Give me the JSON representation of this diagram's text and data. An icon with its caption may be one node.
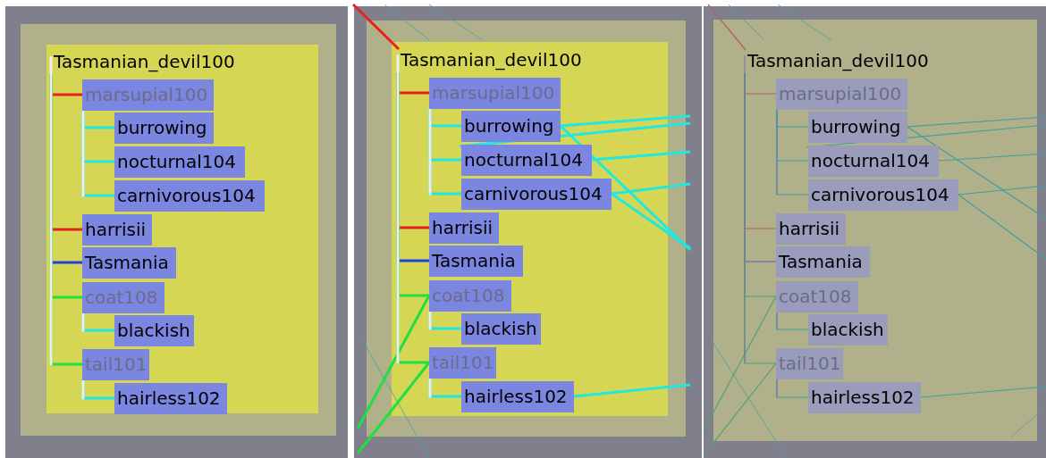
{
  "diagram": {
    "nodes": [
      {
        "text": [],
        "shape": "box"
      },
      {
        "text": [],
        "shape": "box",
        "in": 0
      },
      {
        "text": [],
        "shape": "box",
        "in": 1
      },
      {
        "text": [
          "Tasmanian_devil100"
        ],
        "in": 2
      },
      {
        "text": [
          "marsupial100"
        ],
        "in": 2
      },
      {
        "text": [
          "burrowing"
        ],
        "in": 2
      },
      {
        "text": [
          "nocturnal104"
        ],
        "in": 2
      },
      {
        "text": [
          "carnivorous104"
        ],
        "in": 2
      },
      {
        "text": [
          "harrisii"
        ],
        "in": 2
      },
      {
        "text": [
          "Tasmania"
        ],
        "in": 2
      },
      {
        "text": [
          "coat108"
        ],
        "in": 2
      },
      {
        "text": [
          "blackish"
        ],
        "in": 2
      },
      {
        "text": [
          "tail101"
        ],
        "in": 2
      },
      {
        "text": [
          "hairless102"
        ],
        "in": 2
      },
      {
        "text": [],
        "shape": "box"
      },
      {
        "text": [],
        "shape": "box",
        "in": 14
      },
      {
        "text": [],
        "shape": "box",
        "in": 15
      },
      {
        "text": [
          "Tasmanian_devil100"
        ],
        "in": 16
      },
      {
        "text": [
          "marsupial100"
        ],
        "in": 16
      },
      {
        "text": [
          "burrowing"
        ],
        "in": 16
      },
      {
        "text": [
          "nocturnal104"
        ],
        "in": 16
      },
      {
        "text": [
          "carnivorous104"
        ],
        "in": 16
      },
      {
        "text": [
          "harrisii"
        ],
        "in": 16
      },
      {
        "text": [
          "Tasmania"
        ],
        "in": 16
      },
      {
        "text": [
          "coat108"
        ],
        "in": 16
      },
      {
        "text": [
          "blackish"
        ],
        "in": 16
      },
      {
        "text": [
          "tail101"
        ],
        "in": 16
      },
      {
        "text": [
          "hairless102"
        ],
        "in": 16
      },
      {
        "text": [],
        "shape": "box"
      },
      {
        "text": [],
        "shape": "box",
        "in": 28
      },
      {
        "text": [
          "Tasmanian_devil100"
        ],
        "in": 29
      },
      {
        "text": [
          "marsupial100"
        ],
        "in": 29
      },
      {
        "text": [
          "burrowing"
        ],
        "in": 29
      },
      {
        "text": [
          "nocturnal104"
        ],
        "in": 29
      },
      {
        "text": [
          "carnivorous104"
        ],
        "in": 29
      },
      {
        "text": [
          "harrisii"
        ],
        "in": 29
      },
      {
        "text": [
          "Tasmania"
        ],
        "in": 29
      },
      {
        "text": [
          "coat108"
        ],
        "in": 29
      },
      {
        "text": [
          "blackish"
        ],
        "in": 29
      },
      {
        "text": [
          "tail101"
        ],
        "in": 29
      },
      {
        "text": [
          "hairless102"
        ],
        "in": 29
      }
    ],
    "edges": [
      {
        "from": 3,
        "to": 4,
        "arrow": "none",
        "color": "#e82020"
      },
      {
        "from": 3,
        "to": 8,
        "arrow": "none",
        "color": "#e82020"
      },
      {
        "from": 3,
        "to": 9,
        "arrow": "none",
        "color": "#2040e0"
      },
      {
        "from": 3,
        "to": 10,
        "arrow": "none",
        "color": "#20e040"
      },
      {
        "from": 3,
        "to": 12,
        "arrow": "none",
        "color": "#20e040"
      },
      {
        "from": 4,
        "to": 5,
        "arrow": "none",
        "color": "#20e8e0"
      },
      {
        "from": 4,
        "to": 6,
        "arrow": "none",
        "color": "#20e8e0"
      },
      {
        "from": 4,
        "to": 7,
        "arrow": "none",
        "color": "#20e8e0"
      },
      {
        "from": 10,
        "to": 11,
        "arrow": "none",
        "color": "#20e8e0"
      },
      {
        "from": 12,
        "to": 13,
        "arrow": "none",
        "color": "#20e8e0"
      },
      {
        "from": 17,
        "to": 18,
        "arrow": "none",
        "color": "#e82020"
      },
      {
        "from": 17,
        "to": 22,
        "arrow": "none",
        "color": "#e82020"
      },
      {
        "from": 17,
        "to": 23,
        "arrow": "none",
        "color": "#2040e0"
      },
      {
        "from": 17,
        "to": 24,
        "arrow": "none",
        "color": "#20e040"
      },
      {
        "from": 17,
        "to": 26,
        "arrow": "none",
        "color": "#20e040"
      },
      {
        "from": 18,
        "to": 19,
        "arrow": "none",
        "color": "#20e8e0"
      },
      {
        "from": 18,
        "to": 20,
        "arrow": "none",
        "color": "#20e8e0"
      },
      {
        "from": 18,
        "to": 21,
        "arrow": "none",
        "color": "#20e8e0"
      },
      {
        "from": 24,
        "to": 25,
        "arrow": "none",
        "color": "#20e8e0"
      },
      {
        "from": 26,
        "to": 27,
        "arrow": "none",
        "color": "#20e8e0"
      },
      {
        "from": null,
        "to": 17,
        "arrow": "none",
        "color": "#e82020"
      },
      {
        "from": 19,
        "to": null,
        "arrow": "none",
        "color": "#20e8e0"
      },
      {
        "from": 19,
        "to": null,
        "arrow": "none",
        "color": "#20e8e0"
      },
      {
        "from": 20,
        "to": null,
        "arrow": "none",
        "color": "#20e8e0"
      },
      {
        "from": 20,
        "to": null,
        "arrow": "none",
        "color": "#20e8e0"
      },
      {
        "from": 21,
        "to": null,
        "arrow": "none",
        "color": "#20e8e0"
      },
      {
        "from": 21,
        "to": null,
        "arrow": "none",
        "color": "#20e8e0"
      },
      {
        "from": 24,
        "to": null,
        "arrow": "none",
        "color": "#20e040"
      },
      {
        "from": 26,
        "to": null,
        "arrow": "none",
        "color": "#20e040"
      },
      {
        "from": 27,
        "to": null,
        "arrow": "none",
        "color": "#20e8e0"
      },
      {
        "from": 30,
        "to": 31,
        "arrow": "none",
        "color": "#b06060"
      },
      {
        "from": 30,
        "to": 35,
        "arrow": "none",
        "color": "#b06060"
      },
      {
        "from": 30,
        "to": 36,
        "arrow": "none",
        "color": "#6060b0"
      },
      {
        "from": 30,
        "to": 37,
        "arrow": "none",
        "color": "#50a070"
      },
      {
        "from": 30,
        "to": 39,
        "arrow": "none",
        "color": "#50a070"
      },
      {
        "from": 31,
        "to": 32,
        "arrow": "none",
        "color": "#40a0a0"
      },
      {
        "from": 31,
        "to": 33,
        "arrow": "none",
        "color": "#40a0a0"
      },
      {
        "from": 31,
        "to": 34,
        "arrow": "none",
        "color": "#40a0a0"
      },
      {
        "from": 37,
        "to": 38,
        "arrow": "none",
        "color": "#40a0a0"
      },
      {
        "from": 39,
        "to": 40,
        "arrow": "none",
        "color": "#40a0a0"
      },
      {
        "from": null,
        "to": 30,
        "arrow": "none",
        "color": "#b06060"
      },
      {
        "from": 32,
        "to": null,
        "arrow": "none",
        "color": "#40a0a0"
      },
      {
        "from": 32,
        "to": null,
        "arrow": "none",
        "color": "#40a0a0"
      },
      {
        "from": 33,
        "to": null,
        "arrow": "none",
        "color": "#40a0a0"
      },
      {
        "from": 33,
        "to": null,
        "arrow": "none",
        "color": "#40a0a0"
      },
      {
        "from": 34,
        "to": null,
        "arrow": "none",
        "color": "#40a0a0"
      },
      {
        "from": 34,
        "to": null,
        "arrow": "none",
        "color": "#40a0a0"
      },
      {
        "from": 37,
        "to": null,
        "arrow": "none",
        "color": "#50a070"
      },
      {
        "from": 39,
        "to": null,
        "arrow": "none",
        "color": "#50a070"
      },
      {
        "from": 40,
        "to": null,
        "arrow": "none",
        "color": "#40a0a0"
      }
    ]
  }
}
